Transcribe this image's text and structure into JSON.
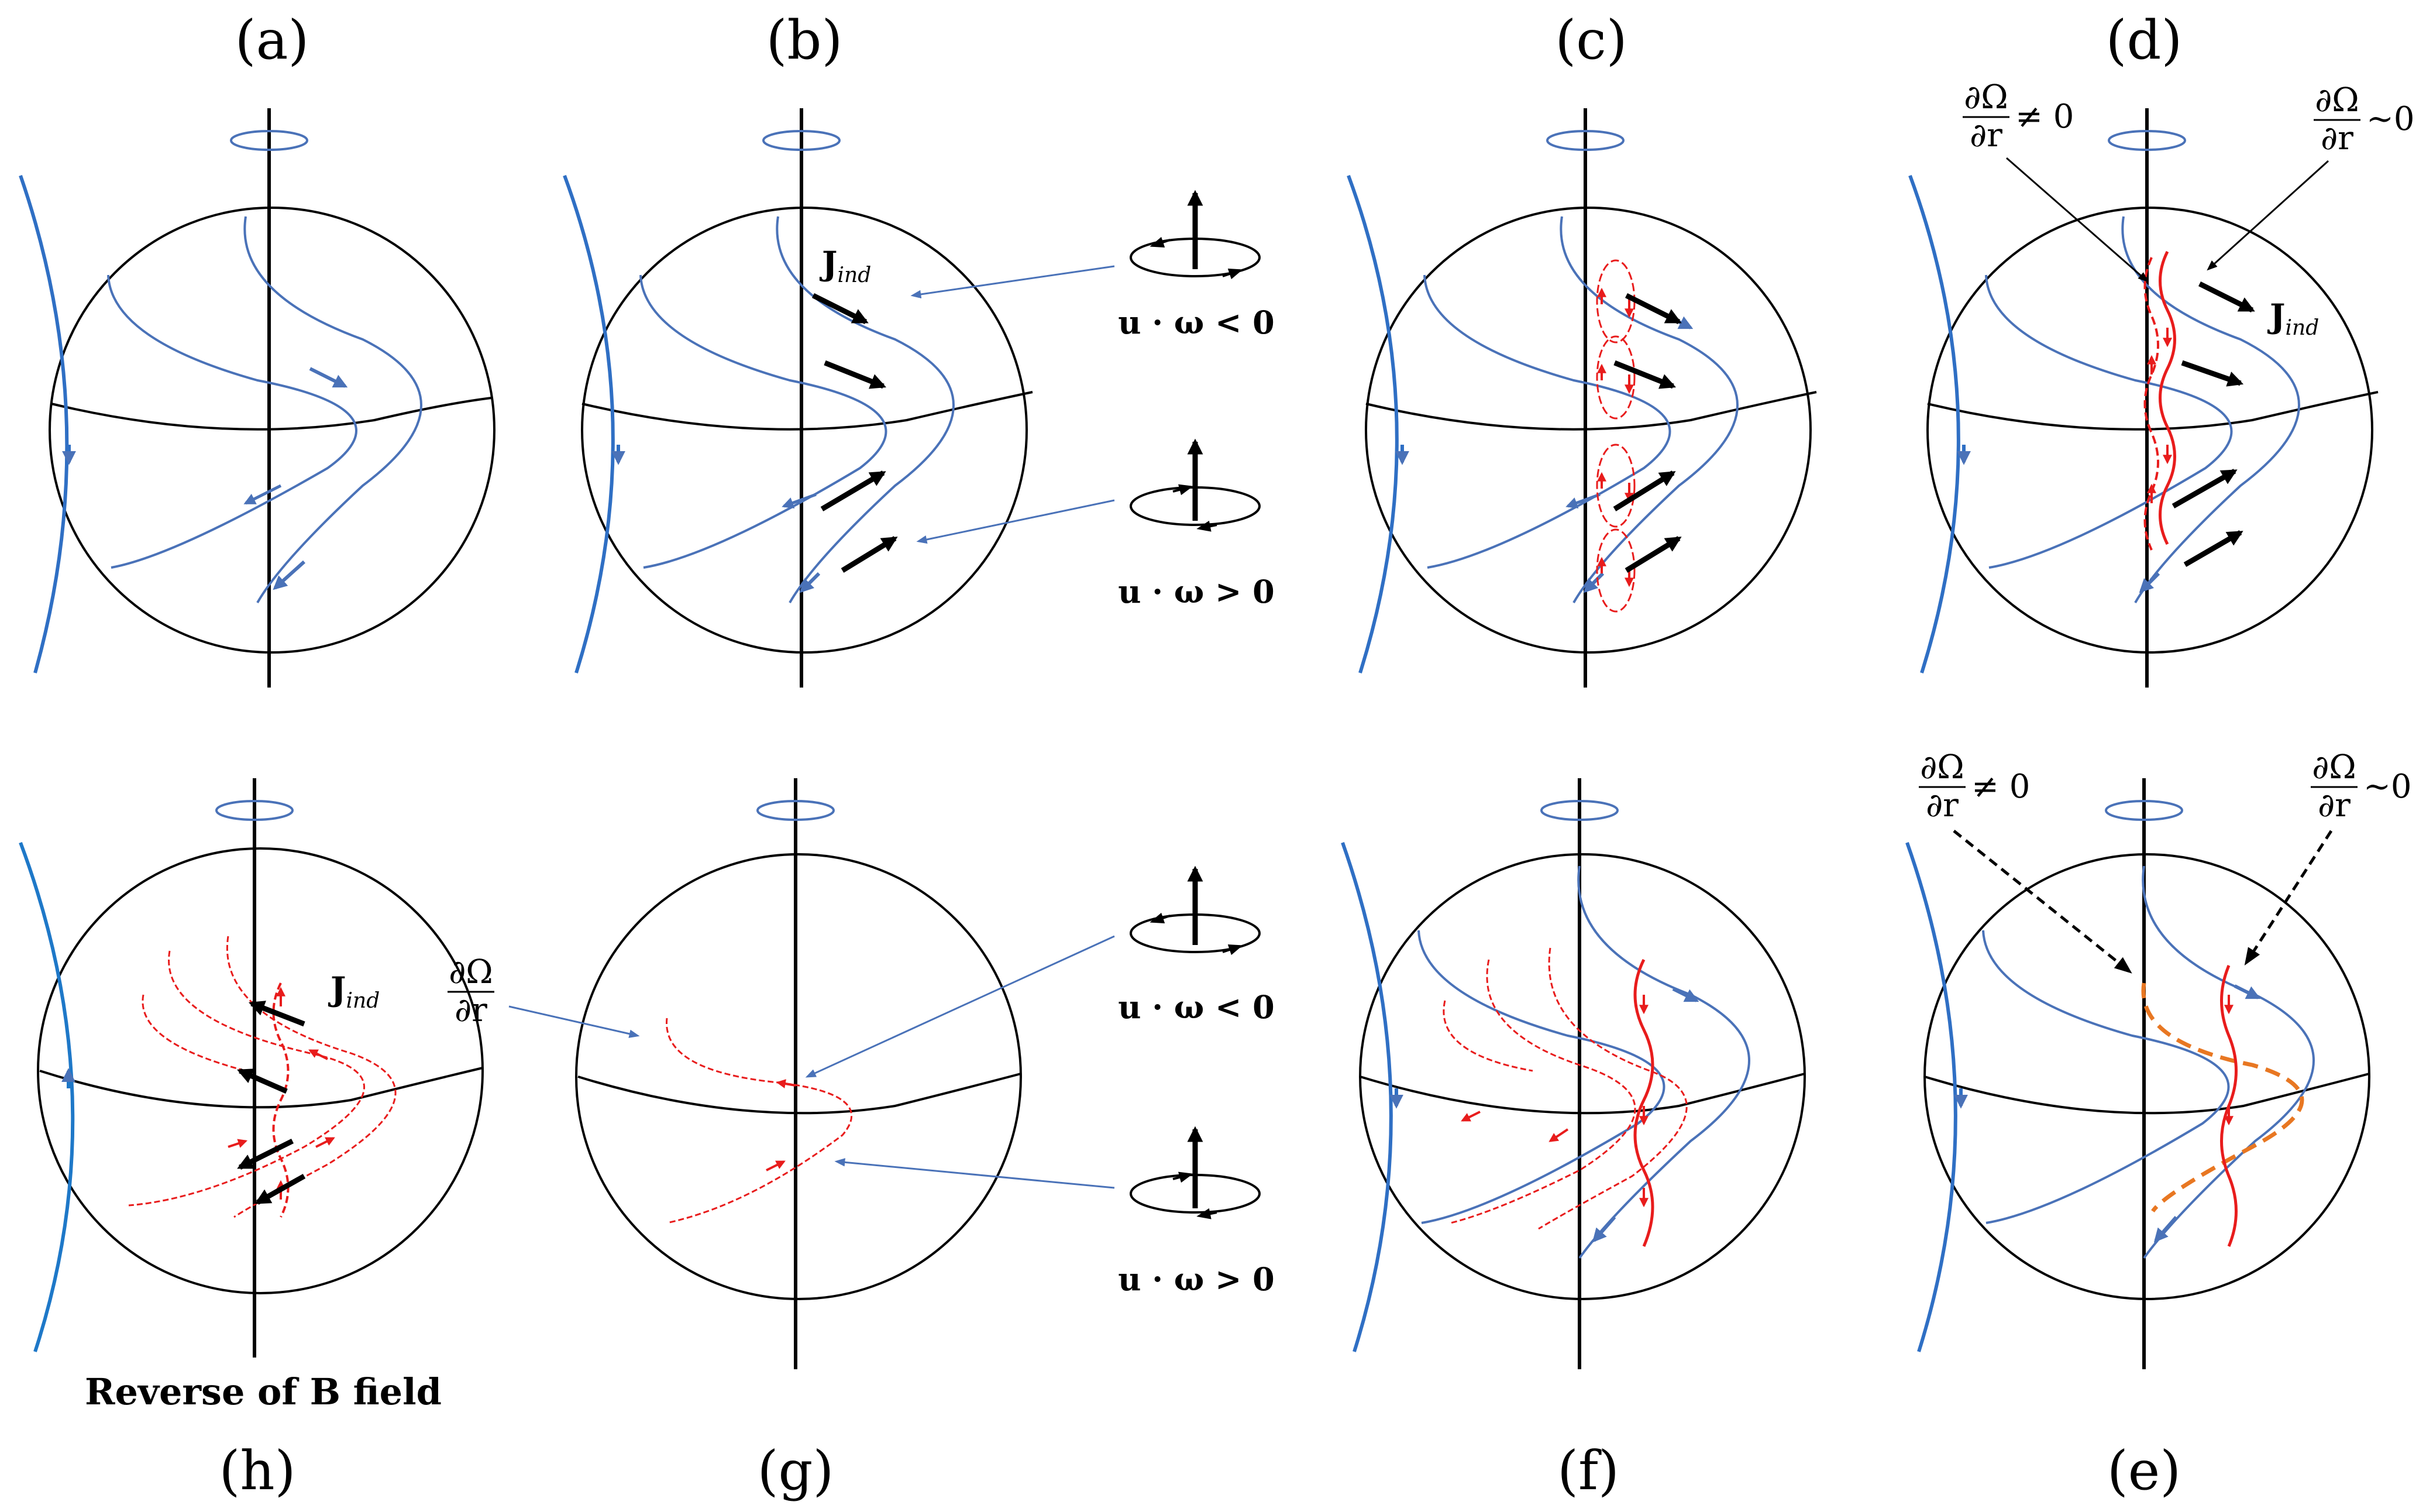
{
  "panels": {
    "a": {
      "label": "(a)"
    },
    "b": {
      "label": "(b)"
    },
    "c": {
      "label": "(c)"
    },
    "d": {
      "label": "(d)"
    },
    "e": {
      "label": "(e)"
    },
    "f": {
      "label": "(f)"
    },
    "g": {
      "label": "(g)"
    },
    "h": {
      "label": "(h)"
    }
  },
  "annotations": {
    "j_ind": "J",
    "j_ind_sub": "ind",
    "u_omega_neg": "u · ω < 0",
    "u_omega_pos": "u · ω > 0",
    "dOmega": "∂Ω",
    "dr": "∂r",
    "neq_zero": "≠ 0",
    "approx_zero": "~0",
    "reverse_caption": "Reverse of B field"
  },
  "colors": {
    "field_line": "#4a72b8",
    "outer_field": "#2f6fc4",
    "vortex": "#e81c1c",
    "shear_layer": "#e87722",
    "axis": "#000000"
  }
}
